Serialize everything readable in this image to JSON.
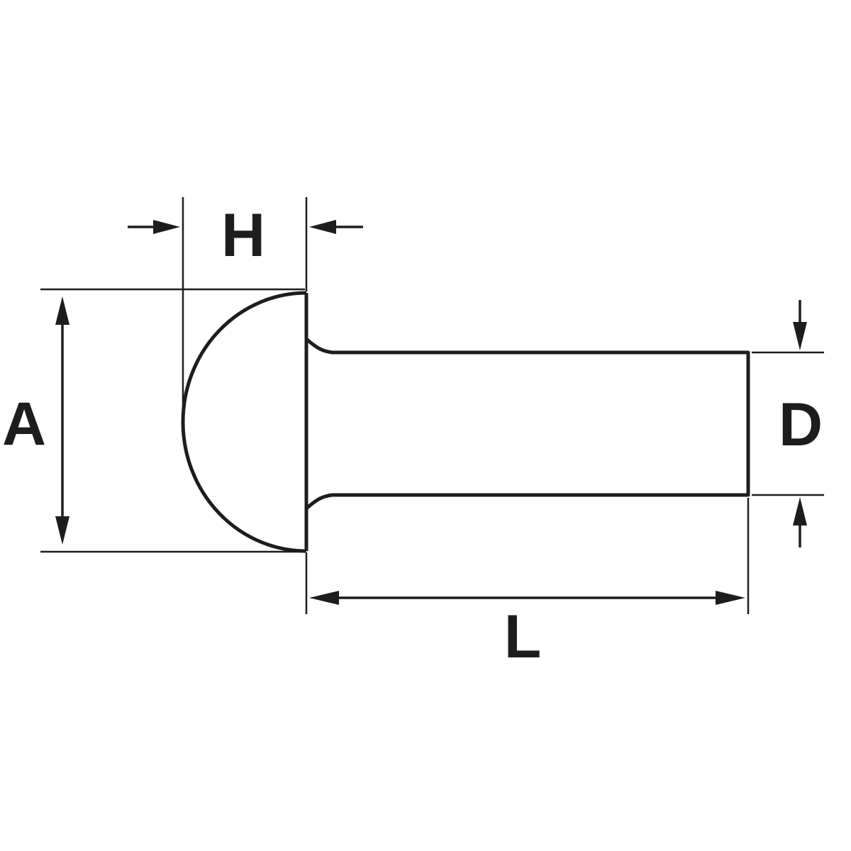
{
  "diagram": {
    "labels": {
      "head_height": "H",
      "head_diameter": "A",
      "shank_diameter": "D",
      "shank_length": "L"
    },
    "colors": {
      "line": "#1d1d1d",
      "background": "#ffffff"
    }
  }
}
